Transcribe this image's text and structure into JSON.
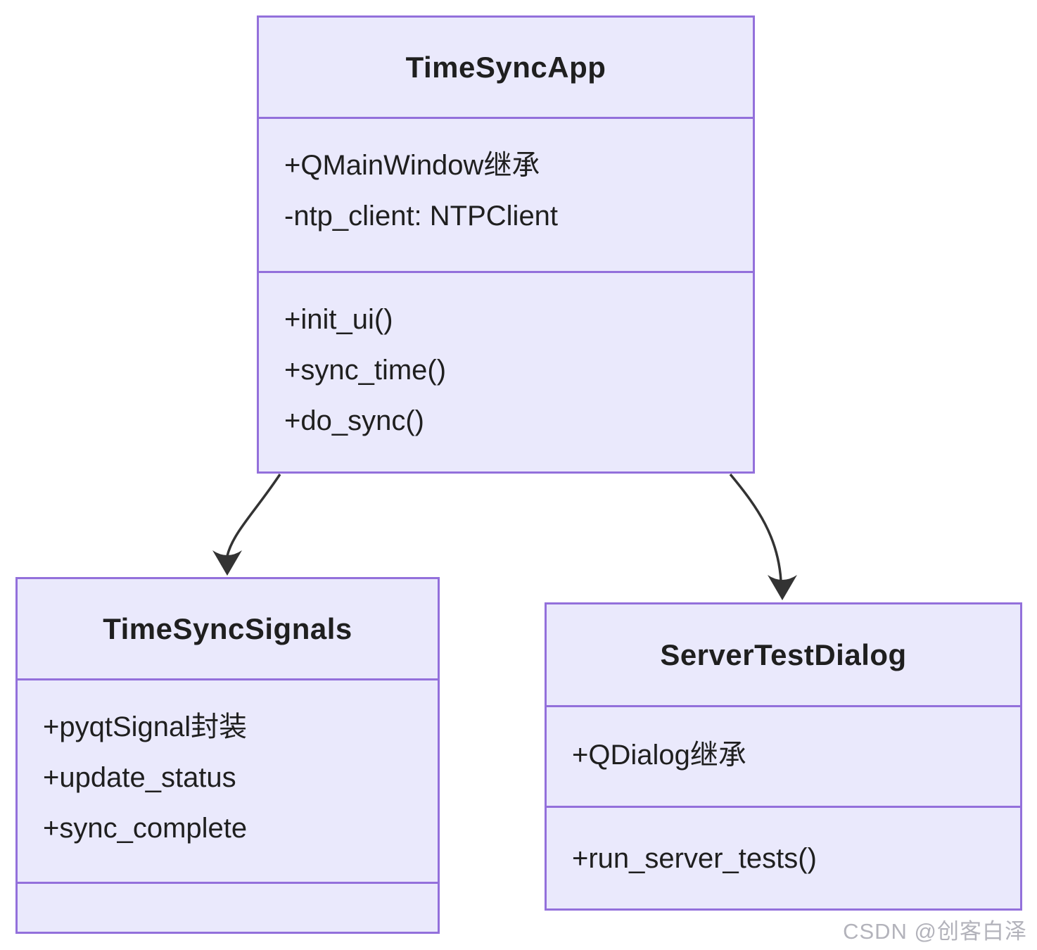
{
  "diagram": {
    "type": "uml-class-diagram"
  },
  "classes": [
    {
      "name": "TimeSyncApp",
      "attributes": [
        "+QMainWindow继承",
        "-ntp_client: NTPClient"
      ],
      "methods": [
        "+init_ui()",
        "+sync_time()",
        "+do_sync()"
      ]
    },
    {
      "name": "TimeSyncSignals",
      "attributes": [
        "+pyqtSignal封装",
        "+update_status",
        "+sync_complete"
      ],
      "methods": []
    },
    {
      "name": "ServerTestDialog",
      "attributes": [
        "+QDialog继承"
      ],
      "methods": [
        "+run_server_tests()"
      ]
    }
  ],
  "relationships": [
    {
      "from": "TimeSyncApp",
      "to": "TimeSyncSignals",
      "type": "solid-arrow"
    },
    {
      "from": "TimeSyncApp",
      "to": "ServerTestDialog",
      "type": "solid-arrow"
    }
  ],
  "watermark": {
    "text": "CSDN @创客白泽"
  },
  "colors": {
    "box_fill": "#EAE9FC",
    "box_border": "#9370DB",
    "text": "#1f1f1f",
    "arrow": "#333333",
    "watermark": "#b3b3bb",
    "background": "#ffffff"
  }
}
